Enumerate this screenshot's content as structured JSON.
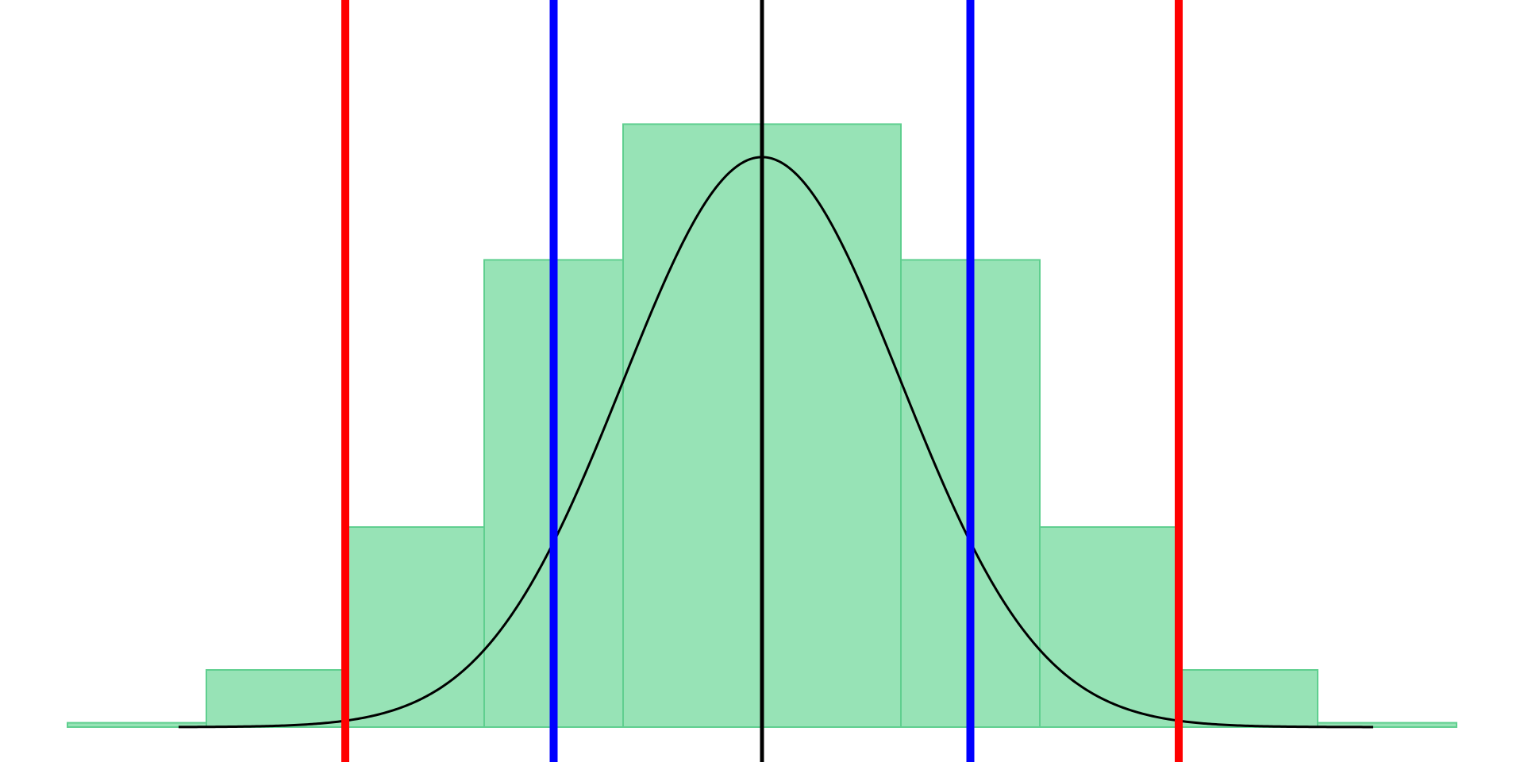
{
  "chart_data": {
    "type": "bar",
    "title": "",
    "xlabel": "",
    "ylabel": "",
    "grid": false,
    "legend": "none",
    "xlim": [
      -5.5,
      4.5
    ],
    "ylim": [
      0,
      0.48
    ],
    "bins": [
      {
        "x0": -5.0,
        "x1": -4.0,
        "value": 0.003
      },
      {
        "x0": -4.0,
        "x1": -3.0,
        "value": 0.04
      },
      {
        "x0": -3.0,
        "x1": -2.0,
        "value": 0.14
      },
      {
        "x0": -2.0,
        "x1": -1.0,
        "value": 0.327
      },
      {
        "x0": -1.0,
        "x1": 1.0,
        "value": 0.422
      },
      {
        "x0": 1.0,
        "x1": 2.0,
        "value": 0.327
      },
      {
        "x0": 2.0,
        "x1": 3.0,
        "value": 0.14
      },
      {
        "x0": 3.0,
        "x1": 4.0,
        "value": 0.04
      },
      {
        "x0": 4.0,
        "x1": 5.0,
        "value": 0.003
      }
    ],
    "curve": {
      "type": "normal_pdf",
      "mean": 0,
      "sd": 1,
      "x_range": [
        -4.2,
        4.4
      ]
    },
    "reference_lines": [
      {
        "x": 0,
        "color": "#000000"
      },
      {
        "x": -1.5,
        "color": "#0000ff"
      },
      {
        "x": 1.5,
        "color": "#0000ff"
      },
      {
        "x": -3.0,
        "color": "#ff0000"
      },
      {
        "x": 3.0,
        "color": "#ff0000"
      }
    ],
    "colors": {
      "bar_fill": "#97e3b6",
      "bar_stroke": "#5fcf8f",
      "curve": "#000000",
      "background": "#ffffff"
    }
  }
}
